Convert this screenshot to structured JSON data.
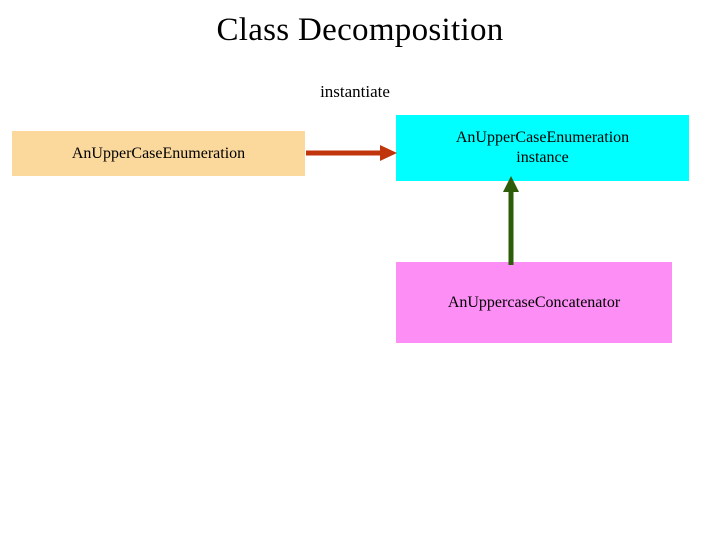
{
  "slide": {
    "title": "Class Decomposition",
    "background_color": "#ffffff"
  },
  "diagram": {
    "nodes": [
      {
        "id": "class",
        "label": "AnUpperCaseEnumeration",
        "role": "class",
        "fill_color": "#fbd89c"
      },
      {
        "id": "instance",
        "label_line1": "AnUpperCaseEnumeration",
        "label_line2": "instance",
        "role": "instance",
        "fill_color": "#00ffff"
      },
      {
        "id": "concatenator",
        "label": "AnUppercaseConcatenator",
        "role": "helper-class",
        "fill_color": "#fc8ef5"
      }
    ],
    "edges": [
      {
        "id": "instantiate",
        "label": "instantiate",
        "from": "class",
        "to": "instance",
        "color": "#c0350b",
        "direction": "right"
      },
      {
        "id": "uses",
        "label": "",
        "from": "concatenator",
        "to": "instance",
        "color": "#2e5c0a",
        "direction": "up"
      }
    ]
  }
}
